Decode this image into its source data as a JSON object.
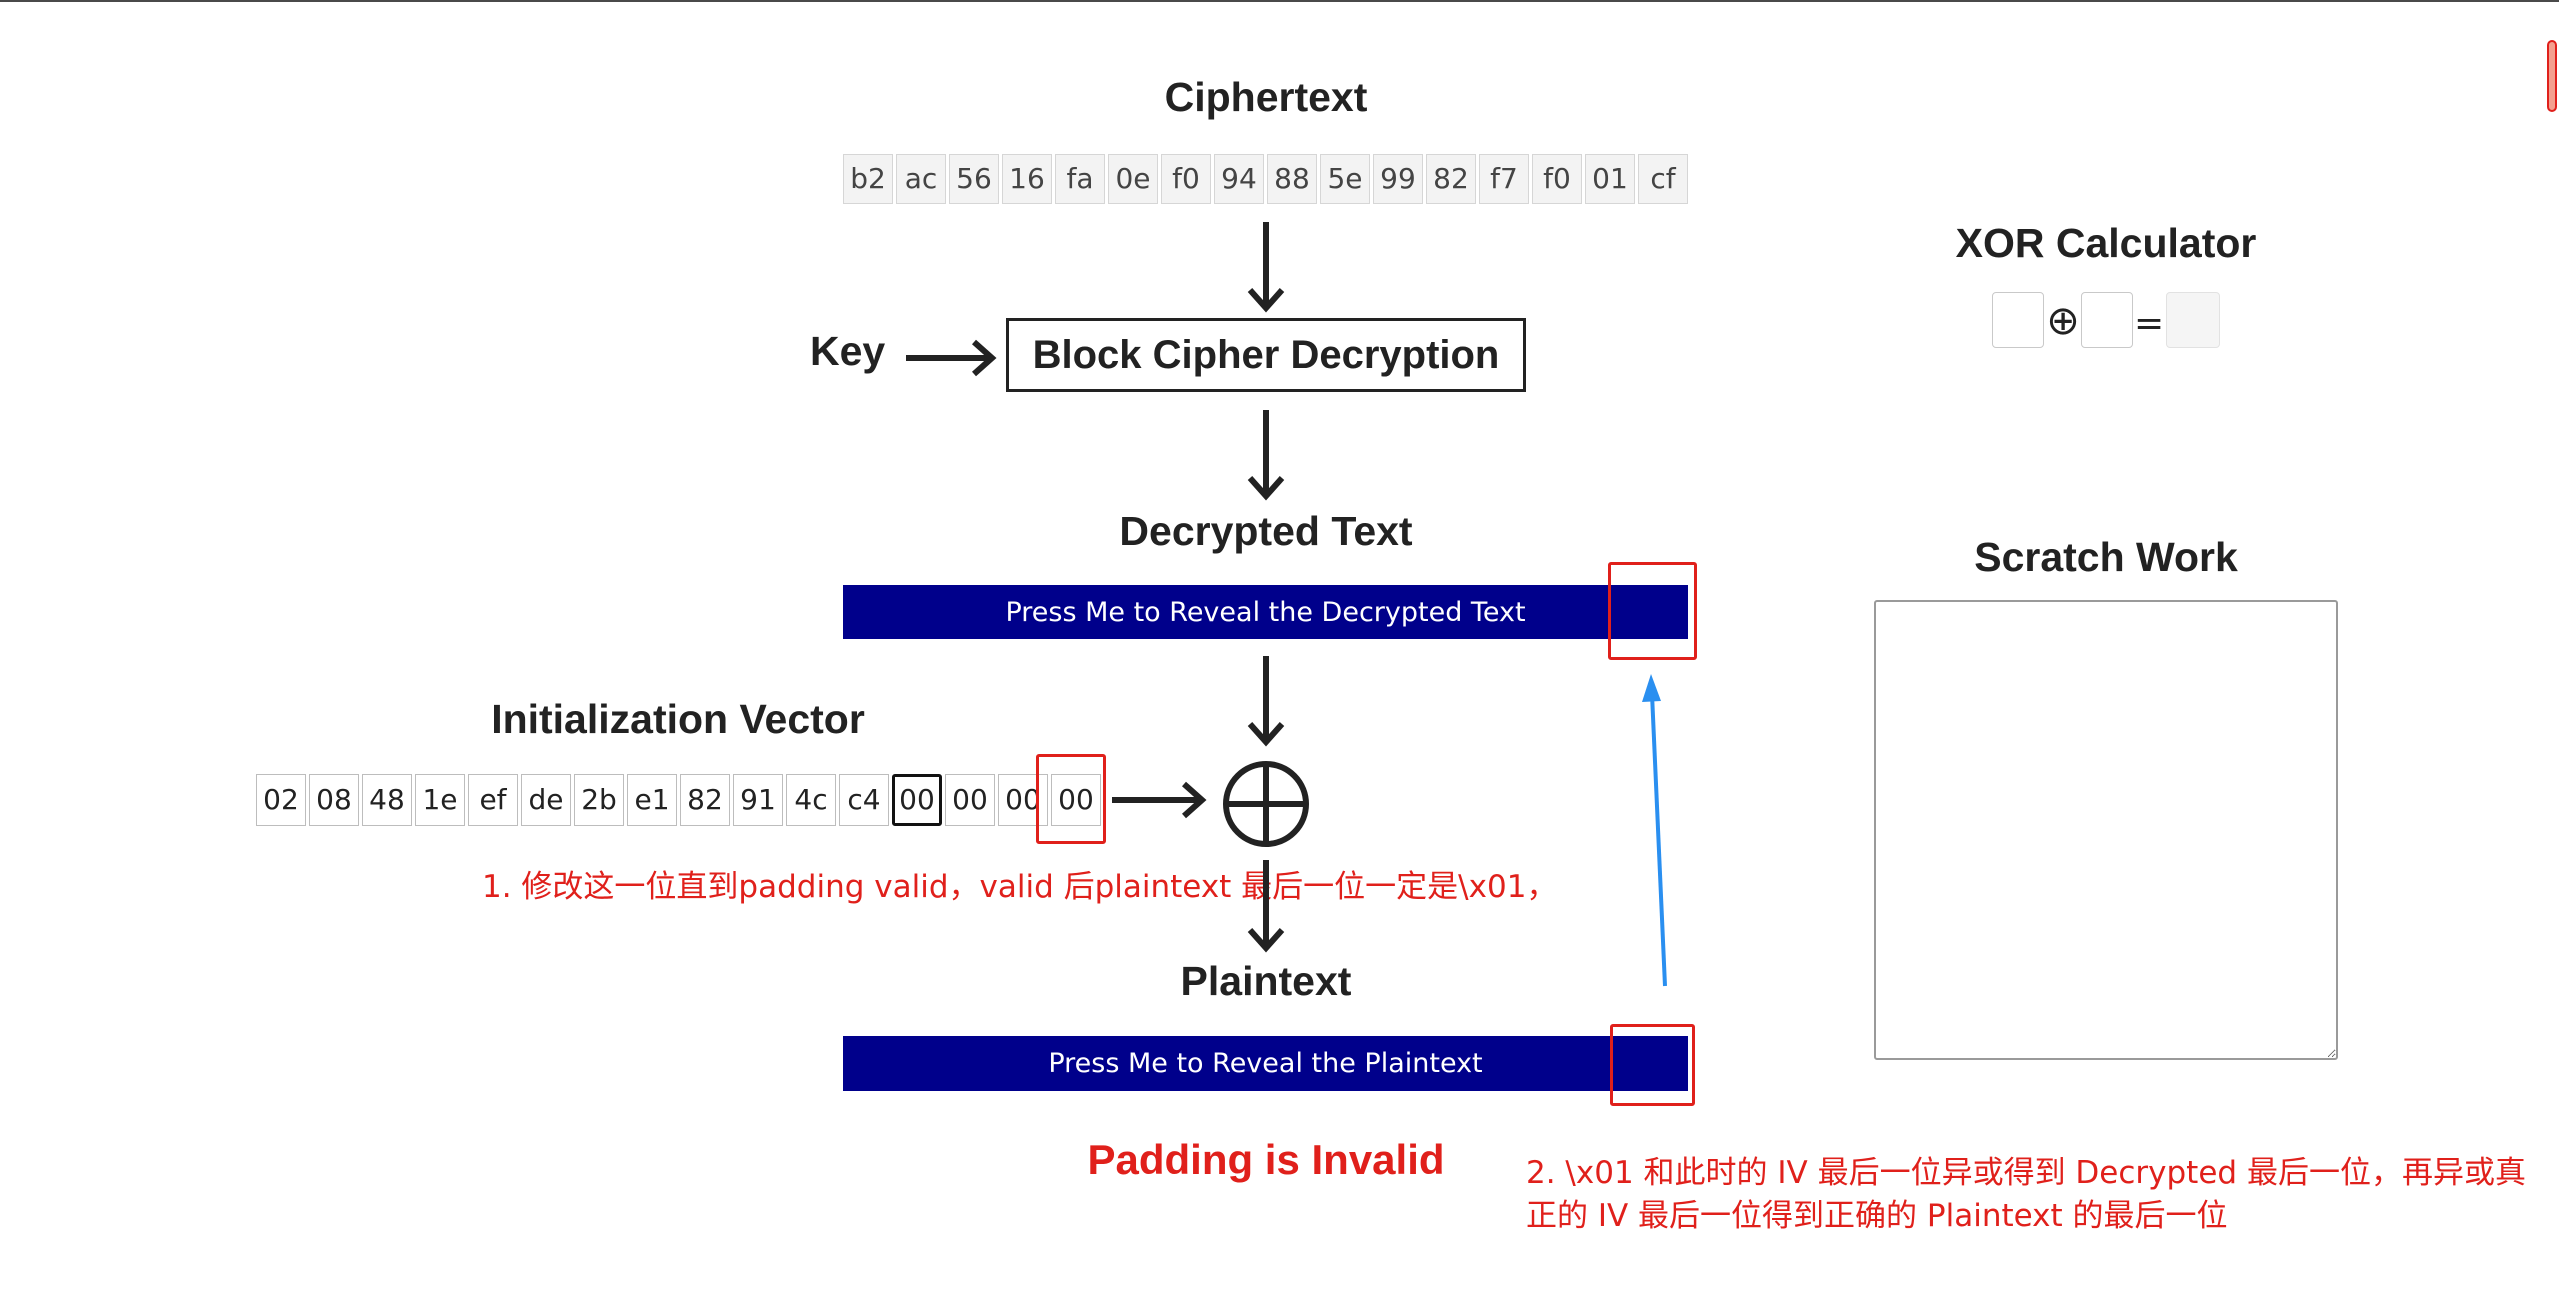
{
  "ciphertext": {
    "title": "Ciphertext",
    "bytes": [
      "b2",
      "ac",
      "56",
      "16",
      "fa",
      "0e",
      "f0",
      "94",
      "88",
      "5e",
      "99",
      "82",
      "f7",
      "f0",
      "01",
      "cf"
    ]
  },
  "key_label": "Key",
  "block_cipher_label": "Block Cipher Decryption",
  "decrypted": {
    "title": "Decrypted Text",
    "button_label": "Press Me to Reveal the Decrypted Text"
  },
  "iv": {
    "title": "Initialization Vector",
    "bytes": [
      "02",
      "08",
      "48",
      "1e",
      "ef",
      "de",
      "2b",
      "e1",
      "82",
      "91",
      "4c",
      "c4",
      "00",
      "00",
      "00",
      "00"
    ]
  },
  "plaintext": {
    "title": "Plaintext",
    "button_label": "Press Me to Reveal the Plaintext"
  },
  "padding_status": "Padding is Invalid",
  "xor_calculator": {
    "title": "XOR Calculator",
    "operator_symbol": "⊕",
    "equals_symbol": "="
  },
  "scratch_work": {
    "title": "Scratch Work"
  },
  "annotations": {
    "note1": "1. 修改这一位直到padding valid，valid 后plaintext 最后一位一定是\\x01，",
    "note2_line1": "2. \\x01 和此时的 IV 最后一位异或得到 Decrypted 最后一位，再异或真",
    "note2_line2": "正的 IV 最后一位得到正确的 Plaintext 的最后一位"
  },
  "colors": {
    "reveal_button": "#00008b",
    "annotation_red": "#e0201b",
    "annotation_arrow": "#2a8ff0",
    "diagram_arrow": "#222222"
  }
}
